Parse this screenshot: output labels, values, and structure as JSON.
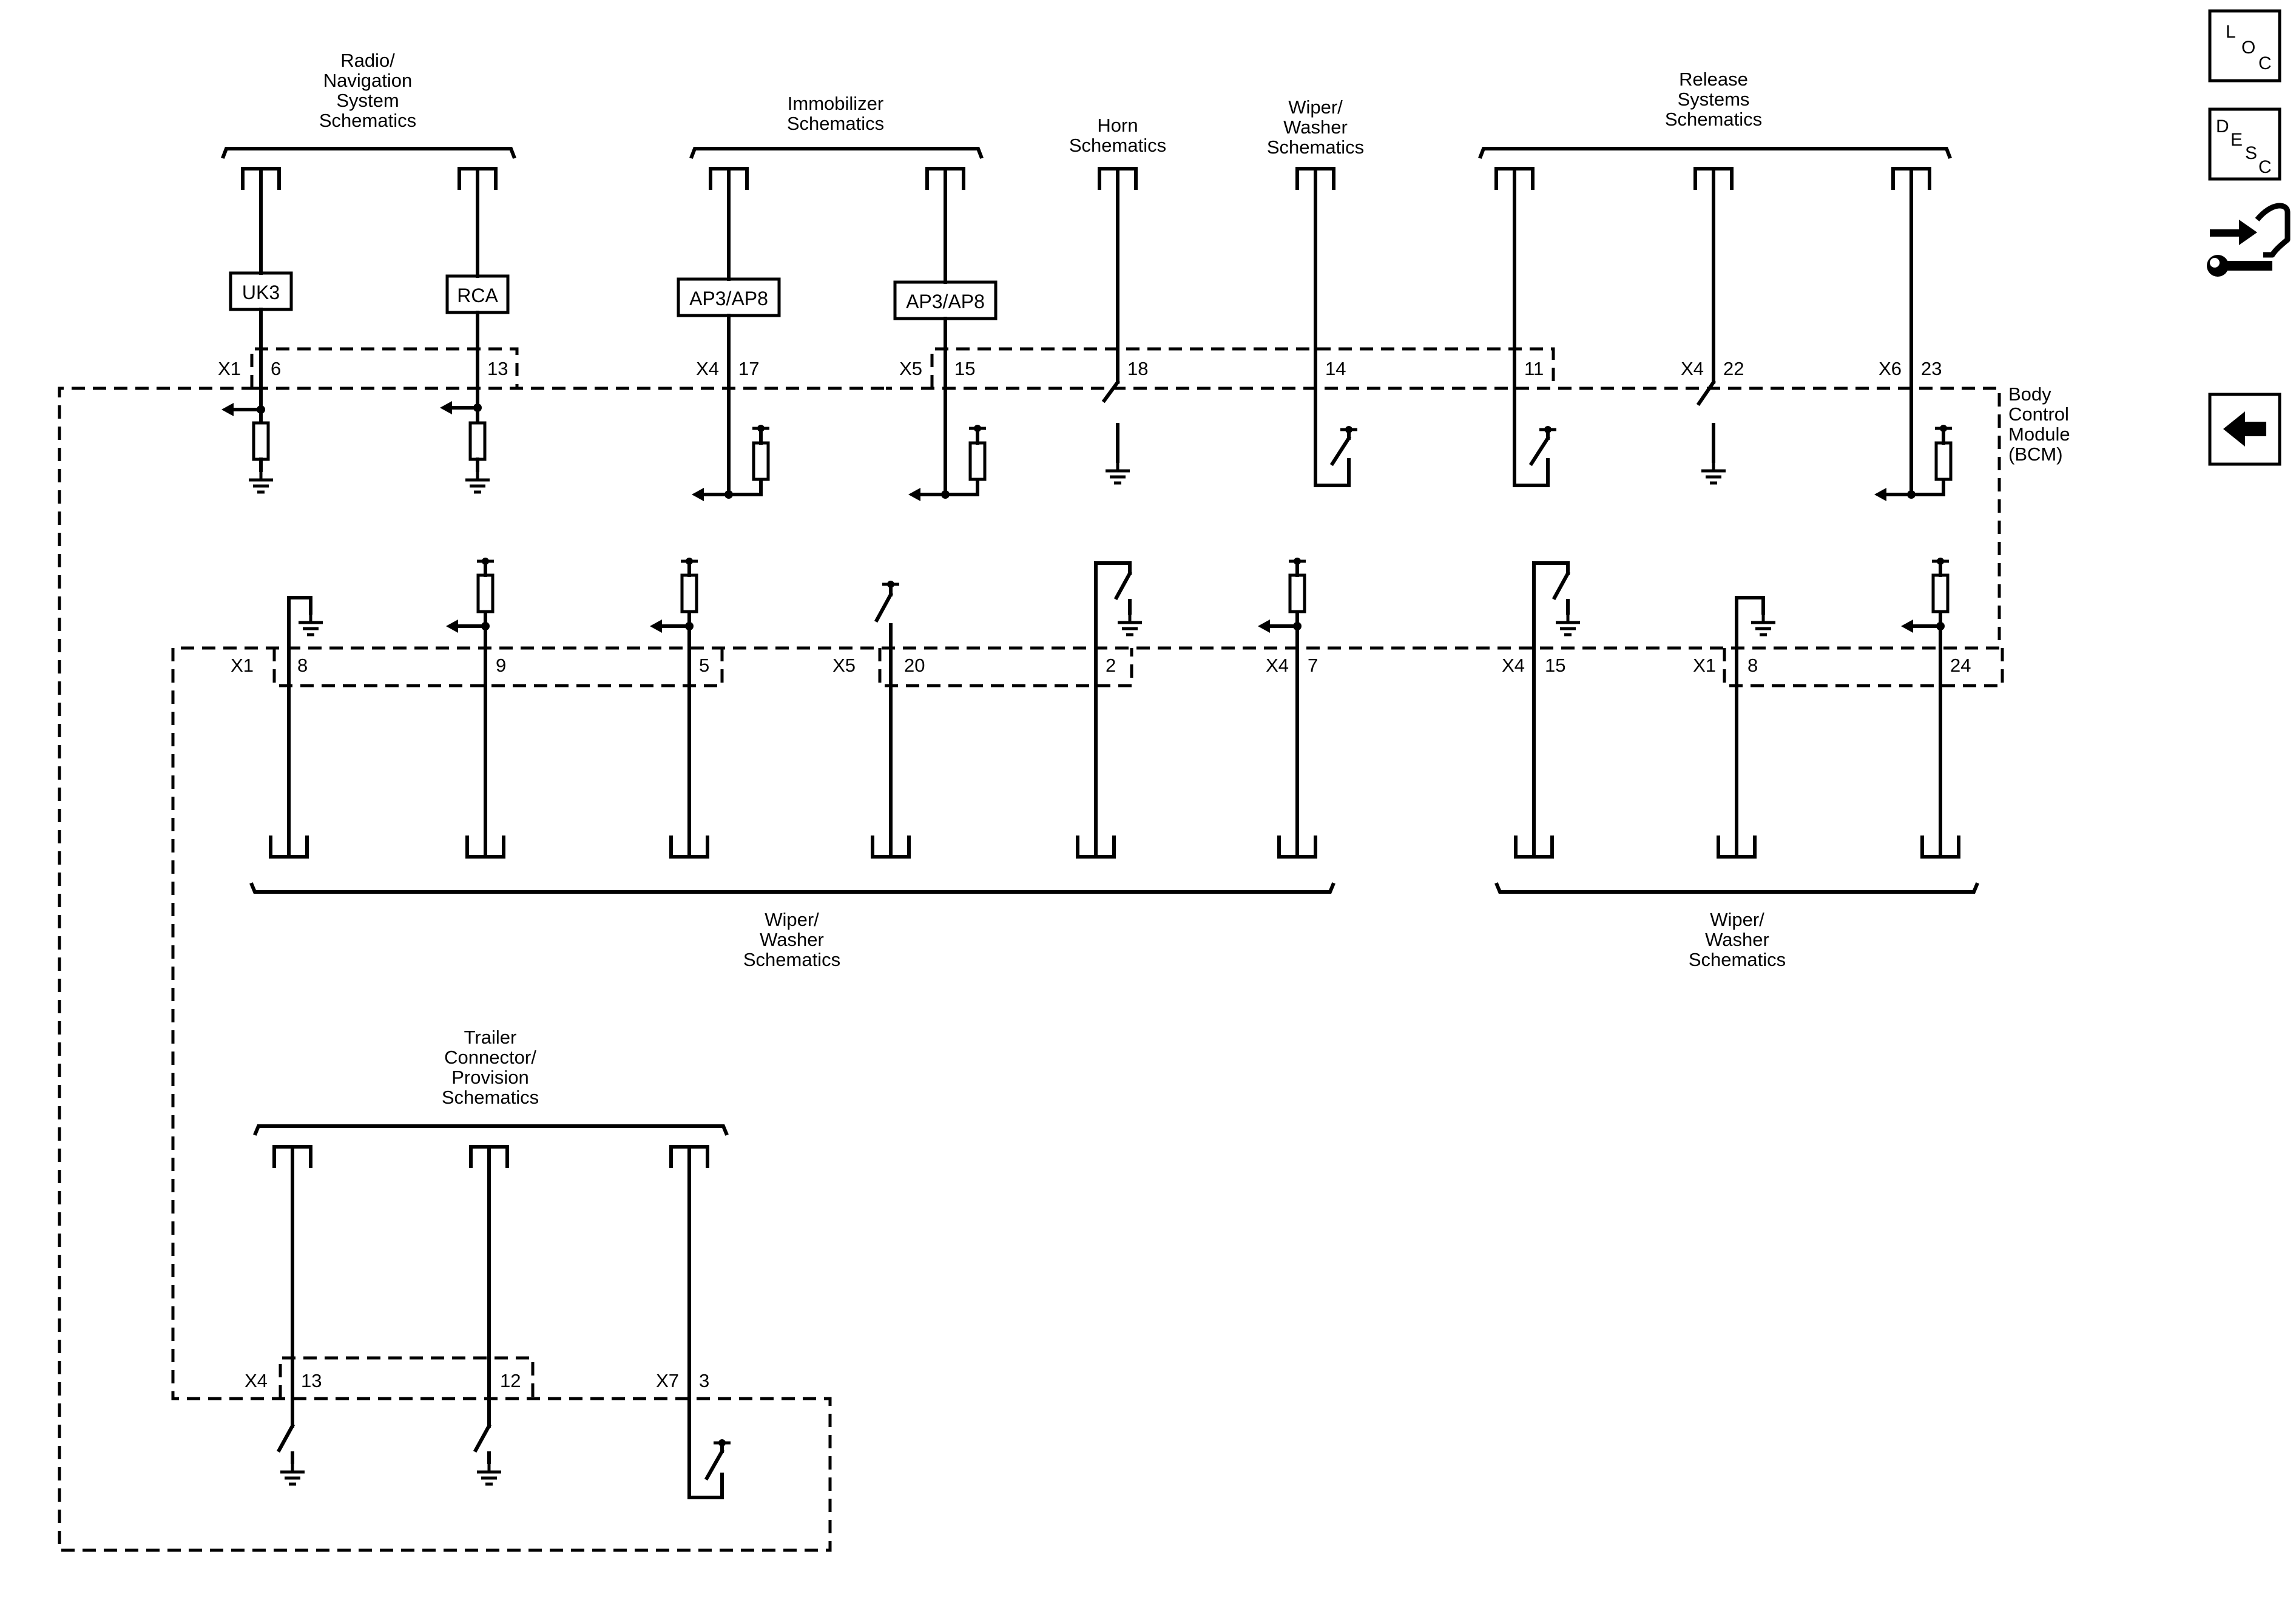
{
  "groups": {
    "radio": [
      "Radio/",
      "Navigation",
      "System",
      "Schematics"
    ],
    "immobilizer": [
      "Immobilizer",
      "Schematics"
    ],
    "horn": [
      "Horn",
      "Schematics"
    ],
    "wiper_top": [
      "Wiper/",
      "Washer",
      "Schematics"
    ],
    "release": [
      "Release",
      "Systems",
      "Schematics"
    ],
    "wiper_mid_left": [
      "Wiper/",
      "Washer",
      "Schematics"
    ],
    "wiper_mid_right": [
      "Wiper/",
      "Washer",
      "Schematics"
    ],
    "trailer": [
      "Trailer",
      "Connector/",
      "Provision",
      "Schematics"
    ]
  },
  "module": [
    "Body",
    "Control",
    "Module",
    "(BCM)"
  ],
  "option_codes": {
    "uk3": "UK3",
    "rca": "RCA",
    "ap_a": "AP3/AP8",
    "ap_b": "AP3/AP8"
  },
  "connectors": {
    "top": [
      {
        "connector": "X1",
        "pin": "6"
      },
      {
        "connector": "",
        "pin": "13"
      },
      {
        "connector": "X4",
        "pin": "17"
      },
      {
        "connector": "X5",
        "pin": "15"
      },
      {
        "connector": "",
        "pin": "18"
      },
      {
        "connector": "",
        "pin": "14"
      },
      {
        "connector": "",
        "pin": "11"
      },
      {
        "connector": "X4",
        "pin": "22"
      },
      {
        "connector": "X6",
        "pin": "23"
      }
    ],
    "middle": [
      {
        "connector": "X1",
        "pin": "8"
      },
      {
        "connector": "",
        "pin": "9"
      },
      {
        "connector": "",
        "pin": "5"
      },
      {
        "connector": "X5",
        "pin": "20"
      },
      {
        "connector": "",
        "pin": "2"
      },
      {
        "connector": "X4",
        "pin": "7"
      },
      {
        "connector": "X4",
        "pin": "15"
      },
      {
        "connector": "X1",
        "pin": "8"
      },
      {
        "connector": "",
        "pin": "24"
      }
    ],
    "bottom": [
      {
        "connector": "X4",
        "pin": "13"
      },
      {
        "connector": "",
        "pin": "12"
      },
      {
        "connector": "X7",
        "pin": "3"
      }
    ]
  },
  "side_buttons": {
    "loc": [
      "L",
      "O",
      "C"
    ],
    "desc": [
      "D",
      "E",
      "S",
      "C"
    ]
  },
  "colors": {
    "line": "#000000",
    "background": "#ffffff"
  }
}
